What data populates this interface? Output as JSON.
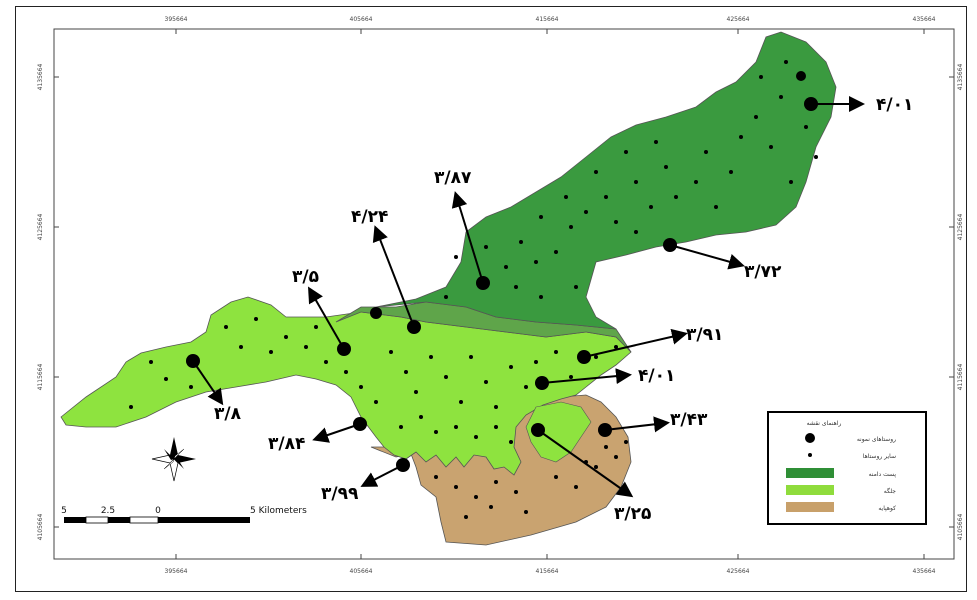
{
  "map": {
    "x_ticks": [
      "395664",
      "405664",
      "415664",
      "425664",
      "435664"
    ],
    "y_ticks": [
      "4135664",
      "4125664",
      "4115664",
      "4105664"
    ],
    "values": [
      {
        "id": "v1",
        "text": "۴/۰۱"
      },
      {
        "id": "v2",
        "text": "۳/۸۷"
      },
      {
        "id": "v3",
        "text": "۴/۲۴"
      },
      {
        "id": "v4",
        "text": "۳/۵"
      },
      {
        "id": "v5",
        "text": "۳/۷۲"
      },
      {
        "id": "v6",
        "text": "۳/۹۱"
      },
      {
        "id": "v7",
        "text": "۴/۰۱"
      },
      {
        "id": "v8",
        "text": "۳/۸"
      },
      {
        "id": "v9",
        "text": "۳/۸۴"
      },
      {
        "id": "v10",
        "text": "۳/۴۳"
      },
      {
        "id": "v11",
        "text": "۳/۹۹"
      },
      {
        "id": "v12",
        "text": "۳/۲۵"
      }
    ],
    "scale": {
      "labels": [
        "5",
        "2.5",
        "0",
        "5 Kilometers"
      ]
    },
    "legend": {
      "title": "راهنمای نقشه",
      "items": [
        {
          "label": "روستاهای نمونه",
          "symbol": "large-dot"
        },
        {
          "label": "سایر روستاها",
          "symbol": "small-dot"
        },
        {
          "label": "پست دامنه",
          "symbol": "swatch",
          "color": "#2f8f36"
        },
        {
          "label": "جلگه",
          "symbol": "swatch",
          "color": "#8fdc3c"
        },
        {
          "label": "کوهپایه",
          "symbol": "swatch",
          "color": "#c8a06a"
        }
      ]
    },
    "colors": {
      "dark_green": "#3a9a3f",
      "light_green": "#8ee33f",
      "tan": "#c9a370",
      "mid_green": "#5fa54a"
    },
    "compass_icon": "compass-rose-icon"
  }
}
